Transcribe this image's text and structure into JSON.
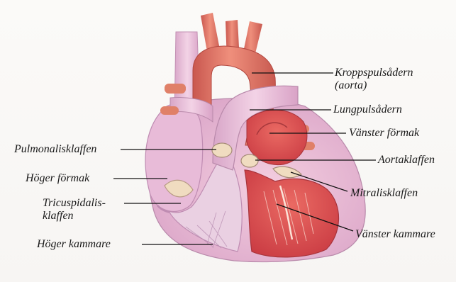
{
  "diagram": {
    "colors": {
      "vessel_red": "#e2756a",
      "vein_pink": "#e9b8d4",
      "atrium_pink": "#e6b4d6",
      "muscle_red": "#d9444a",
      "valve_cream": "#f0dcc0",
      "leader_line": "#111111"
    },
    "labels": {
      "aorta_line1": "Kroppspulsådern",
      "aorta_line2": "(aorta)",
      "pulmonary_artery": "Lungpulsådern",
      "left_atrium": "Vänster förmak",
      "aortic_valve": "Aortaklaffen",
      "mitral_valve": "Mitralisklaffen",
      "left_ventricle": "Vänster kammare",
      "pulmonary_valve": "Pulmonalisklaffen",
      "right_atrium": "Höger förmak",
      "tricuspid_line1": "Tricuspidalis-",
      "tricuspid_line2": "klaffen",
      "right_ventricle": "Höger kammare"
    }
  }
}
